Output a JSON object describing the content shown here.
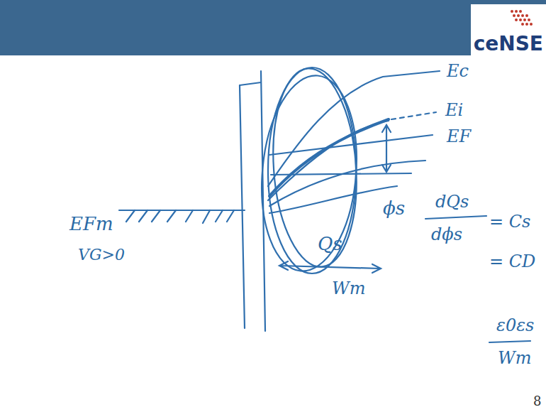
{
  "diagram": {
    "labels": [
      "ceNSE",
      "Ec",
      "Ei",
      "EF",
      "ϕs",
      "Qs",
      "Wm",
      "EFm",
      "VG>0",
      "dQs",
      "dϕs",
      "= Cs",
      "= CD",
      "ε0εs",
      "Wm",
      "8"
    ]
  }
}
